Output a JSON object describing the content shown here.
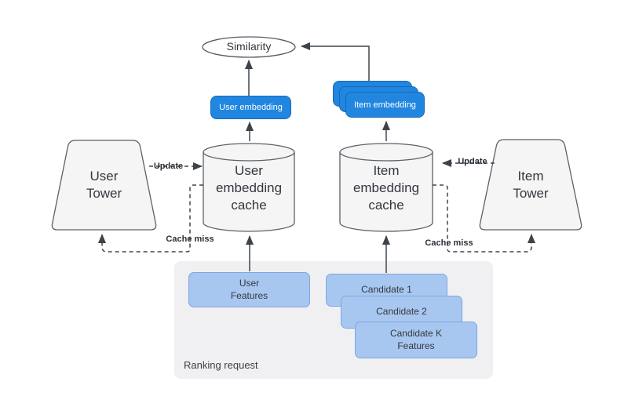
{
  "diagram": {
    "title_hint": "Two-tower ranking architecture with embedding caches",
    "nodes": {
      "similarity": "Similarity",
      "user_embedding": "User embedding",
      "item_embedding": "Item embedding",
      "user_tower": "User\nTower",
      "item_tower": "Item\nTower",
      "user_cache": "User\nembedding\ncache",
      "item_cache": "Item\nembedding\ncache",
      "user_features": "User\nFeatures",
      "candidate_1": "Candidate 1",
      "candidate_2": "Candidate 2",
      "candidate_k": "Candidate K\nFeatures",
      "ranking_request": "Ranking request"
    },
    "edge_labels": {
      "update_left": "Update",
      "update_right": "Update",
      "cache_miss_left": "Cache miss",
      "cache_miss_right": "Cache miss"
    },
    "colors": {
      "accent_blue": "#2086e0",
      "accent_blue_border": "#1769ba",
      "light_blue_fill": "#a8c7f0",
      "light_blue_border": "#7ea6e0",
      "shape_fill": "#f5f5f5",
      "shape_border": "#5b6167",
      "line": "#40474e",
      "container_fill": "#f0f0f2",
      "text": "#33383e",
      "badge_text": "#ffffff"
    }
  }
}
